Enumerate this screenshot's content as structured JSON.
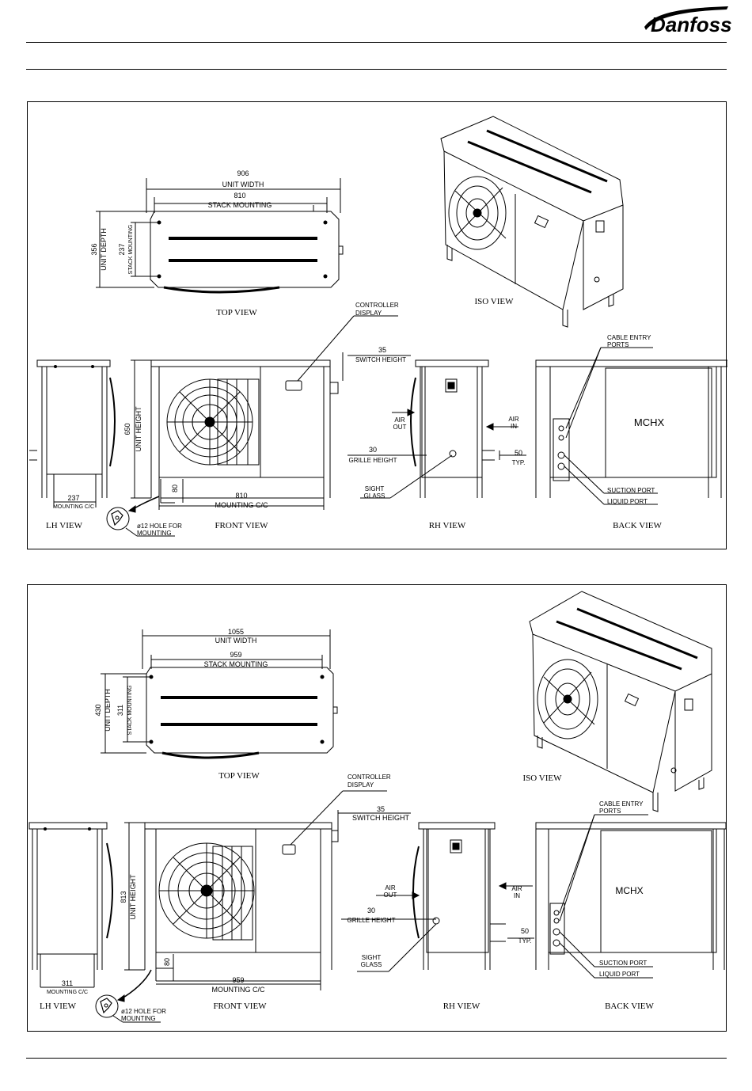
{
  "brand": {
    "name": "Danfoss",
    "color": "#000000"
  },
  "panels": [
    {
      "top_view": {
        "label": "TOP VIEW",
        "unit_width_value": "906",
        "unit_width_label": "UNIT WIDTH",
        "stack_width_value": "810",
        "stack_width_label": "STACK MOUNTING",
        "unit_depth_value": "356",
        "unit_depth_label": "UNIT DEPTH",
        "stack_depth_value": "237",
        "stack_depth_label": "STACK MOUNTING"
      },
      "iso_view": {
        "label": "ISO VIEW"
      },
      "controller_display": [
        "CONTROLLER",
        "DISPLAY"
      ],
      "switch_height": {
        "value": "35",
        "label": "SWITCH HEIGHT"
      },
      "lh_view": {
        "label": "LH VIEW",
        "mounting_value": "237",
        "mounting_label": "MOUNTING C/C"
      },
      "front_view": {
        "label": "FRONT VIEW",
        "unit_height_value": "650",
        "unit_height_label": "UNIT HEIGHT",
        "foot_value": "80",
        "mounting_value": "810",
        "mounting_label": "MOUNTING C/C"
      },
      "hole_note": [
        "ø12 HOLE FOR",
        "MOUNTING"
      ],
      "rh_view": {
        "label": "RH VIEW",
        "air_out": [
          "AIR",
          "OUT"
        ],
        "air_in": [
          "AIR",
          "IN"
        ],
        "grille_value": "30",
        "grille_label": "GRILLE HEIGHT",
        "sight_glass": [
          "SIGHT",
          "GLASS"
        ],
        "typ_value": "50",
        "typ_label": "TYP."
      },
      "back_view": {
        "label": "BACK VIEW",
        "mchx": "MCHX",
        "cable_entry": [
          "CABLE ENTRY",
          "PORTS"
        ],
        "suction_port": "SUCTION PORT",
        "liquid_port": "LIQUID PORT"
      }
    },
    {
      "top_view": {
        "label": "TOP VIEW",
        "unit_width_value": "1055",
        "unit_width_label": "UNIT WIDTH",
        "stack_width_value": "959",
        "stack_width_label": "STACK MOUNTING",
        "unit_depth_value": "430",
        "unit_depth_label": "UNIT DEPTH",
        "stack_depth_value": "311",
        "stack_depth_label": "STACK MOUNTING"
      },
      "iso_view": {
        "label": "ISO VIEW"
      },
      "controller_display": [
        "CONTROLLER",
        "DISPLAY"
      ],
      "switch_height": {
        "value": "35",
        "label": "SWITCH HEIGHT"
      },
      "lh_view": {
        "label": "LH VIEW",
        "mounting_value": "311",
        "mounting_label": "MOUNTING C/C"
      },
      "front_view": {
        "label": "FRONT VIEW",
        "unit_height_value": "813",
        "unit_height_label": "UNIT HEIGHT",
        "foot_value": "80",
        "mounting_value": "959",
        "mounting_label": "MOUNTING C/C"
      },
      "hole_note": [
        "ø12 HOLE FOR",
        "MOUNTING"
      ],
      "rh_view": {
        "label": "RH VIEW",
        "air_out": [
          "AIR",
          "OUT"
        ],
        "air_in": [
          "AIR",
          "IN"
        ],
        "grille_value": "30",
        "grille_label": "GRILLE HEIGHT",
        "sight_glass": [
          "SIGHT",
          "GLASS"
        ],
        "typ_value": "50",
        "typ_label": "TYP."
      },
      "back_view": {
        "label": "BACK VIEW",
        "mchx": "MCHX",
        "cable_entry": [
          "CABLE ENTRY",
          "PORTS"
        ],
        "suction_port": "SUCTION PORT",
        "liquid_port": "LIQUID PORT"
      }
    }
  ]
}
